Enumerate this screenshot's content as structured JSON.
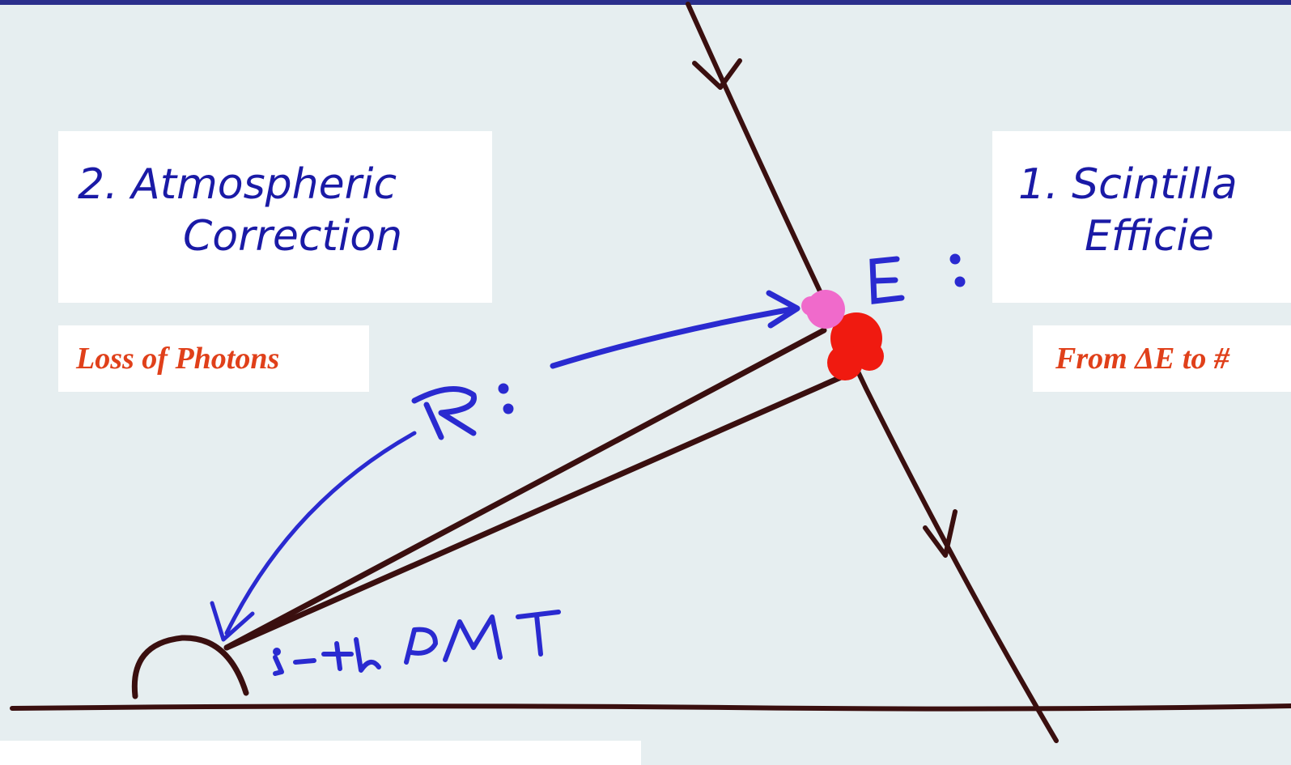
{
  "labels": {
    "atmospheric_line1": "2. Atmospheric",
    "atmospheric_line2": "Correction",
    "loss_of_photons": "Loss of Photons",
    "scintillation_line1": "1. Scintilla",
    "scintillation_line2": "Efficie",
    "from_delta_e": "From ΔE  to #"
  },
  "handwritten": {
    "energy_marker": "E:",
    "distance_marker": "R:",
    "pmt_label": "i-th PMT"
  },
  "colors": {
    "background": "#e6eef0",
    "header_bar": "#2b2f8c",
    "sketch_ink": "#3a0f0f",
    "blue_ink": "#2a2ad0",
    "title_text": "#1a1aa6",
    "subtitle_text": "#e0401a",
    "emission_red": "#f01a10",
    "emission_pink": "#f06acb"
  }
}
